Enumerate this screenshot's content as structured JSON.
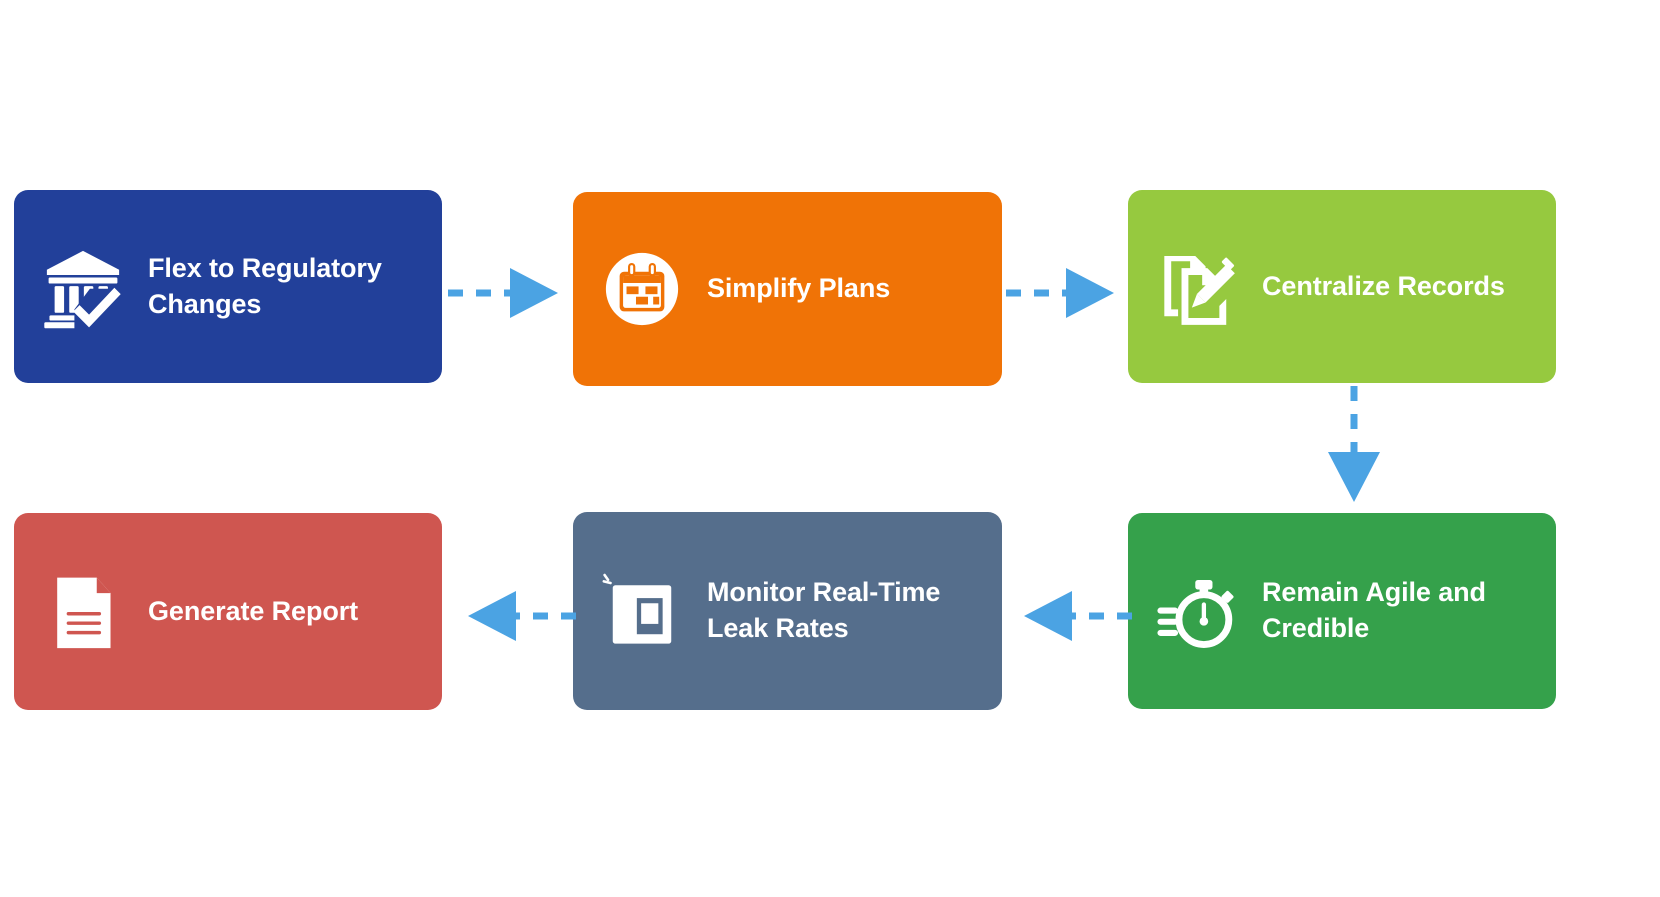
{
  "diagram": {
    "type": "process-flow",
    "background_color": "#FFFFFF",
    "connector_color": "#4BA3E3",
    "nodes": [
      {
        "id": "flex-to-regulatory-changes",
        "label": "Flex to Regulatory\nChanges",
        "color": "#22409A",
        "icon": "bank-check-icon",
        "icon_color": "#FFFFFF"
      },
      {
        "id": "simplify-plans",
        "label": "Simplify Plans",
        "color": "#F07306",
        "icon": "calendar-circle-icon",
        "icon_color": "#FFFFFF"
      },
      {
        "id": "centralize-records",
        "label": "Centralize Records",
        "color": "#96C93F",
        "icon": "documents-pencil-icon",
        "icon_color": "#FFFFFF"
      },
      {
        "id": "remain-agile-and-credible",
        "label": "Remain Agile and\nCredible",
        "color": "#35A14B",
        "icon": "stopwatch-speed-icon",
        "icon_color": "#FFFFFF"
      },
      {
        "id": "monitor-real-time-leak-rates",
        "label": "Monitor Real-Time\nLeak Rates",
        "color": "#556E8C",
        "icon": "monitor-screen-icon",
        "icon_color": "#FFFFFF"
      },
      {
        "id": "generate-report",
        "label": "Generate Report",
        "color": "#CF5650",
        "icon": "document-lines-icon",
        "icon_color": "#FFFFFF"
      }
    ],
    "connectors": [
      {
        "id": "flex-to-simplify",
        "from": "flex-to-regulatory-changes",
        "to": "simplify-plans",
        "direction": "right",
        "style": "dashed",
        "color": "#4BA3E3"
      },
      {
        "id": "simplify-to-centralize",
        "from": "simplify-plans",
        "to": "centralize-records",
        "direction": "right",
        "style": "dashed",
        "color": "#4BA3E3"
      },
      {
        "id": "centralize-to-agile",
        "from": "centralize-records",
        "to": "remain-agile-and-credible",
        "direction": "down",
        "style": "dashed",
        "color": "#4BA3E3"
      },
      {
        "id": "agile-to-monitor",
        "from": "remain-agile-and-credible",
        "to": "monitor-real-time-leak-rates",
        "direction": "left",
        "style": "dashed",
        "color": "#4BA3E3"
      },
      {
        "id": "monitor-to-report",
        "from": "monitor-real-time-leak-rates",
        "to": "generate-report",
        "direction": "left",
        "style": "dashed",
        "color": "#4BA3E3"
      }
    ]
  }
}
